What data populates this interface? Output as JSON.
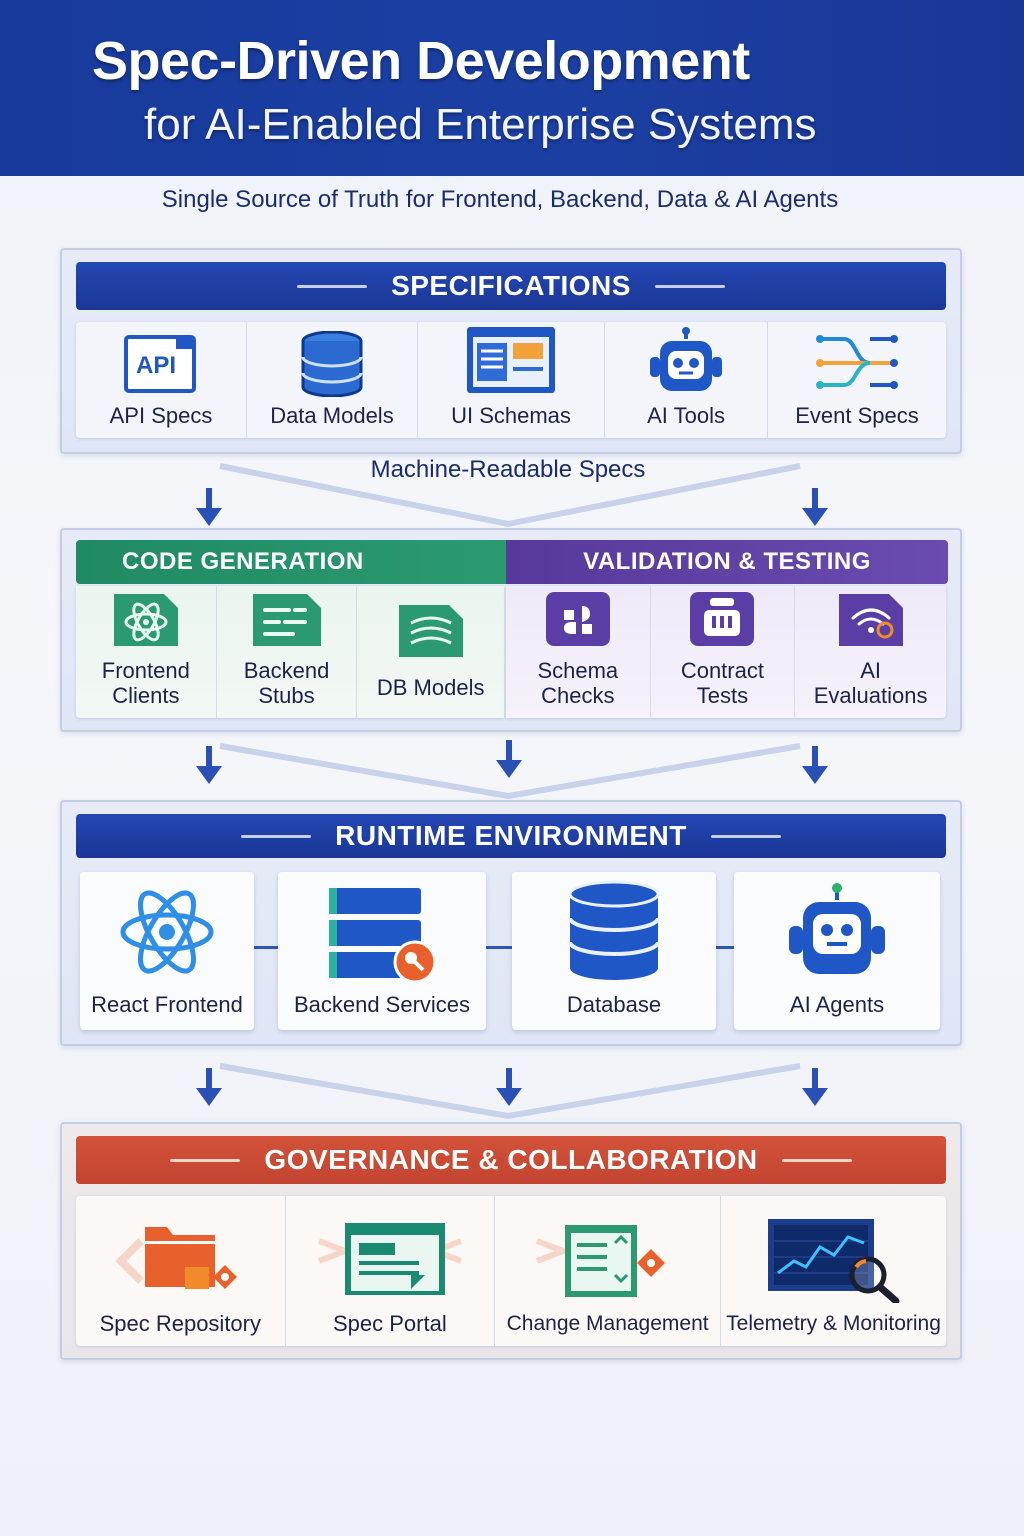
{
  "header": {
    "title": "Spec-Driven Development",
    "subtitle": "for AI-Enabled Enterprise Systems"
  },
  "tagline": "Single Source of Truth for Frontend, Backend, Data & AI Agents",
  "specifications": {
    "title": "SPECIFICATIONS",
    "items": [
      {
        "label": "API Specs",
        "icon": "api-icon"
      },
      {
        "label": "Data Models",
        "icon": "database-icon"
      },
      {
        "label": "UI Schemas",
        "icon": "ui-schema-icon"
      },
      {
        "label": "AI Tools",
        "icon": "robot-icon"
      },
      {
        "label": "Event Specs",
        "icon": "event-flow-icon"
      }
    ]
  },
  "flow_label": "Machine-Readable Specs",
  "code_generation": {
    "title": "CODE GENERATION",
    "items": [
      {
        "label": "Frontend Clients",
        "line1": "Frontend",
        "line2": "Clients",
        "icon": "atom-icon"
      },
      {
        "label": "Backend Stubs",
        "line1": "Backend",
        "line2": "Stubs",
        "icon": "code-stubs-icon"
      },
      {
        "label": "DB Models",
        "line1": "DB Models",
        "line2": "",
        "icon": "db-model-icon"
      }
    ]
  },
  "validation_testing": {
    "title": "VALIDATION & TESTING",
    "items": [
      {
        "label": "Schema Checks",
        "line1": "Schema",
        "line2": "Checks",
        "icon": "schema-check-icon"
      },
      {
        "label": "Contract Tests",
        "line1": "Contract",
        "line2": "Tests",
        "icon": "contract-test-icon"
      },
      {
        "label": "AI Evaluations",
        "line1": "AI",
        "line2": "Evaluations",
        "icon": "ai-eval-icon"
      }
    ]
  },
  "runtime": {
    "title": "RUNTIME ENVIRONMENT",
    "items": [
      {
        "label": "React Frontend",
        "icon": "react-icon"
      },
      {
        "label": "Backend Services",
        "icon": "server-icon"
      },
      {
        "label": "Database",
        "icon": "database-icon"
      },
      {
        "label": "AI Agents",
        "icon": "robot-icon"
      }
    ]
  },
  "governance": {
    "title": "GOVERNANCE & COLLABORATION",
    "items": [
      {
        "label": "Spec Repository",
        "icon": "folder-git-icon"
      },
      {
        "label": "Spec Portal",
        "icon": "portal-icon"
      },
      {
        "label": "Change Management",
        "icon": "change-icon"
      },
      {
        "label": "Telemetry & Monitoring",
        "icon": "monitor-chart-icon"
      }
    ]
  },
  "colors": {
    "primary_blue": "#1b3fa3",
    "green": "#1f8a63",
    "purple": "#56399a",
    "red": "#c34430",
    "orange": "#e8612c"
  }
}
